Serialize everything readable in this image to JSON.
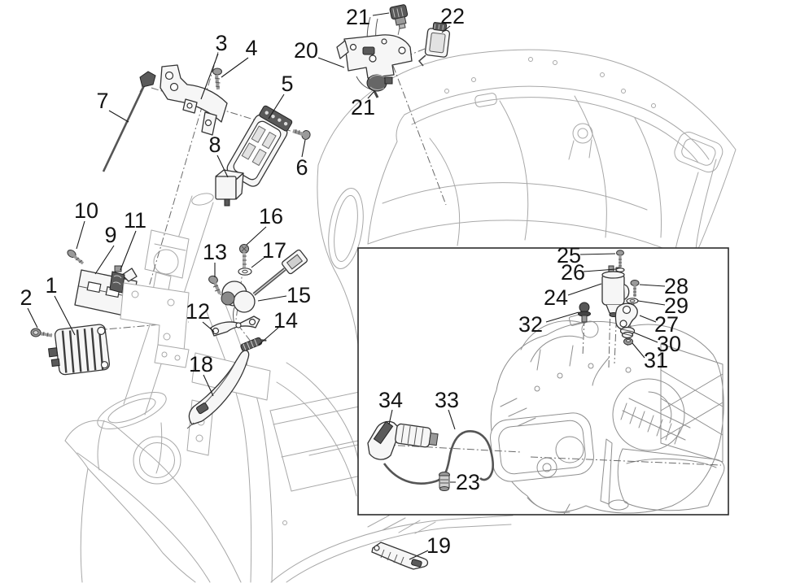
{
  "figure": {
    "kind": "exploded-parts-diagram",
    "background": "#ffffff",
    "colors": {
      "frame_lines": "#a8a8a8",
      "engine_lines": "#8f8f8f",
      "part_lines": "#333333",
      "labels": "#141414",
      "inset_border": "#2b2b2b"
    },
    "callouts": {
      "c1": "1",
      "c2": "2",
      "c3": "3",
      "c4": "4",
      "c5": "5",
      "c6": "6",
      "c7": "7",
      "c8": "8",
      "c9": "9",
      "c10": "10",
      "c11": "11",
      "c12": "12",
      "c13": "13",
      "c14": "14",
      "c15": "15",
      "c16": "16",
      "c17": "17",
      "c18": "18",
      "c19": "19",
      "c20": "20",
      "c21a": "21",
      "c21b": "21",
      "c22": "22",
      "c23": "23",
      "c24": "24",
      "c25": "25",
      "c26": "26",
      "c27": "27",
      "c28": "28",
      "c29": "29",
      "c30": "30",
      "c31": "31",
      "c32": "32",
      "c33": "33",
      "c34": "34"
    }
  }
}
